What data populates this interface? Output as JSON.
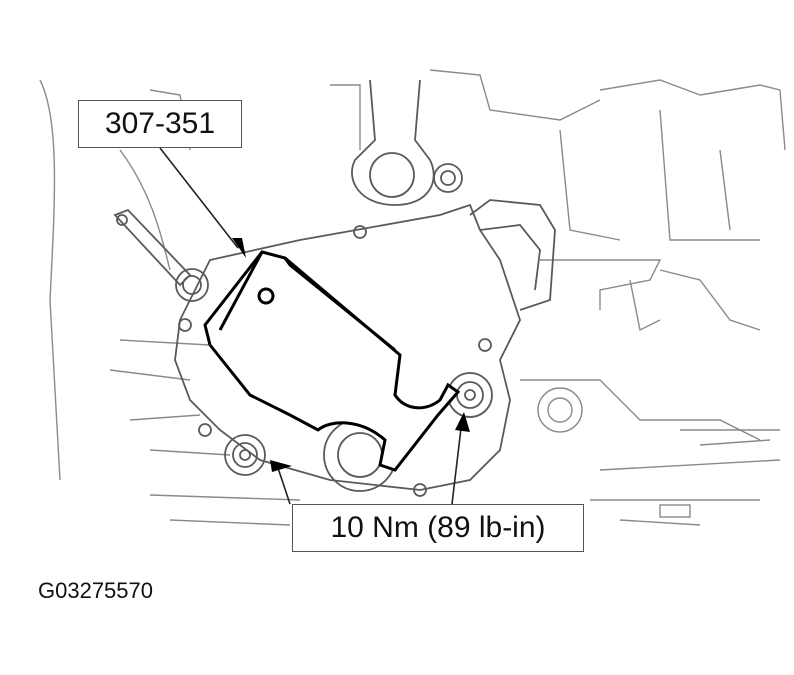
{
  "callouts": {
    "tool_number": "307-351",
    "torque_spec": "10 Nm (89 lb-in)"
  },
  "figure_id": "G03275570"
}
